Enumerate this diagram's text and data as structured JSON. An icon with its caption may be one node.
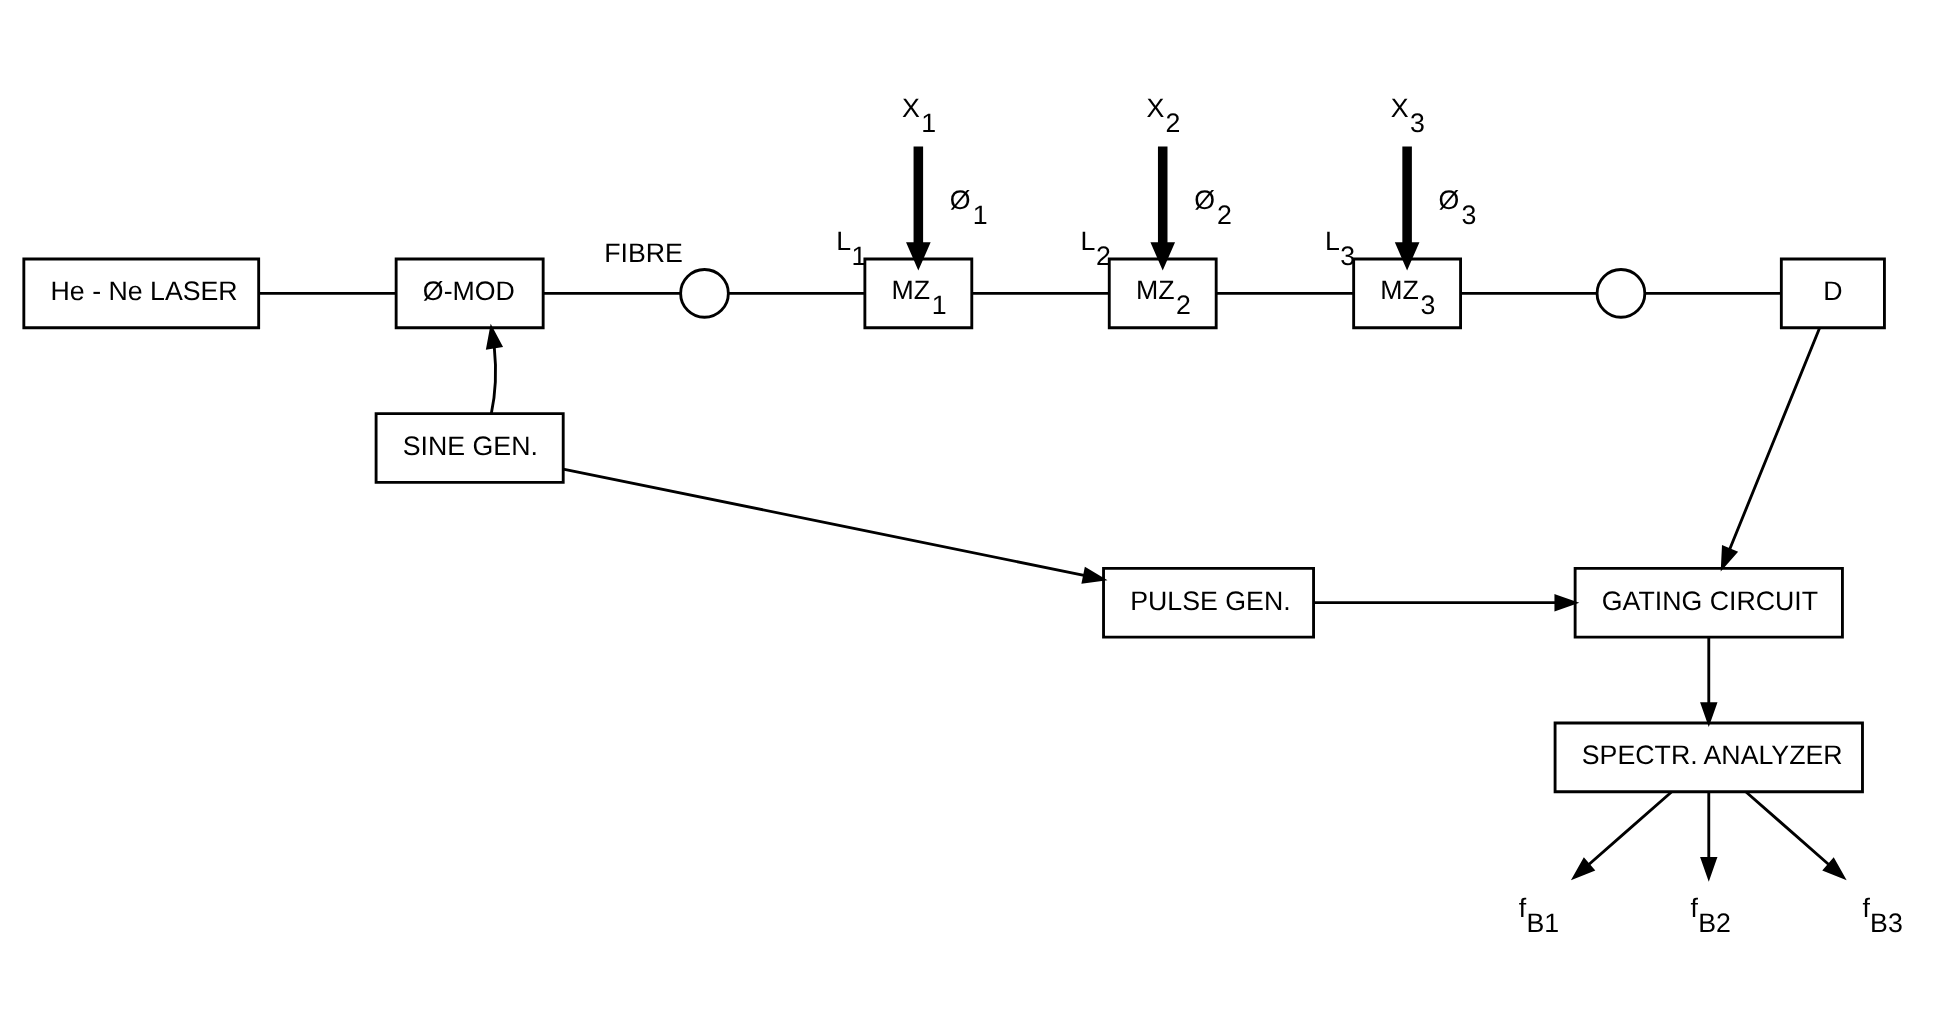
{
  "diagram": {
    "nodes": [
      {
        "text": [
          "He - Ne LASER"
        ]
      },
      {
        "text": [
          "Ø-MOD"
        ]
      },
      {
        "text": [],
        "shape": "circle",
        "beside": [
          "FIBRE"
        ]
      },
      {
        "text": [
          "MZ$_{1}$"
        ],
        "beside": [
          "L$_{1}$"
        ]
      },
      {
        "text": [
          "MZ$_{2}$"
        ],
        "beside": [
          "L$_{2}$"
        ]
      },
      {
        "text": [
          "MZ$_{3}$"
        ],
        "beside": [
          "L$_{3}$"
        ]
      },
      {
        "text": [],
        "shape": "circle"
      },
      {
        "text": [
          "D"
        ]
      },
      {
        "text": [
          "X$_{1}$"
        ]
      },
      {
        "text": [
          "X$_{2}$"
        ]
      },
      {
        "text": [
          "X$_{3}$"
        ]
      },
      {
        "text": [
          "SINE GEN."
        ]
      },
      {
        "text": [
          "PULSE GEN."
        ]
      },
      {
        "text": [
          "GATING CIRCUIT"
        ]
      },
      {
        "text": [
          "SPECTR. ANALYZER"
        ]
      },
      {
        "text": [
          "f$_{B1}$"
        ]
      },
      {
        "text": [
          "f$_{B2}$"
        ]
      },
      {
        "text": [
          "f$_{B3}$"
        ]
      }
    ],
    "edges": [
      {
        "from": 0,
        "to": 1,
        "arrow": "none"
      },
      {
        "from": 1,
        "to": 2,
        "arrow": "none"
      },
      {
        "from": 2,
        "to": 3,
        "arrow": "none"
      },
      {
        "from": 3,
        "to": 4,
        "arrow": "none"
      },
      {
        "from": 4,
        "to": 5,
        "arrow": "none"
      },
      {
        "from": 5,
        "to": 6,
        "arrow": "none"
      },
      {
        "from": 6,
        "to": 7,
        "arrow": "none"
      },
      {
        "from": 8,
        "to": 3,
        "arrow": "to",
        "label": "Ø$_{1}$",
        "style": "thick"
      },
      {
        "from": 9,
        "to": 4,
        "arrow": "to",
        "label": "Ø$_{2}$",
        "style": "thick"
      },
      {
        "from": 10,
        "to": 5,
        "arrow": "to",
        "label": "Ø$_{3}$",
        "style": "thick"
      },
      {
        "from": 11,
        "to": 1,
        "arrow": "to"
      },
      {
        "from": 11,
        "to": 12,
        "arrow": "to"
      },
      {
        "from": 12,
        "to": 13,
        "arrow": "to"
      },
      {
        "from": 7,
        "to": 13,
        "arrow": "to"
      },
      {
        "from": 13,
        "to": 14,
        "arrow": "to"
      },
      {
        "from": 14,
        "to": 15,
        "arrow": "to"
      },
      {
        "from": 14,
        "to": 16,
        "arrow": "to"
      },
      {
        "from": 14,
        "to": 17,
        "arrow": "to"
      }
    ]
  }
}
